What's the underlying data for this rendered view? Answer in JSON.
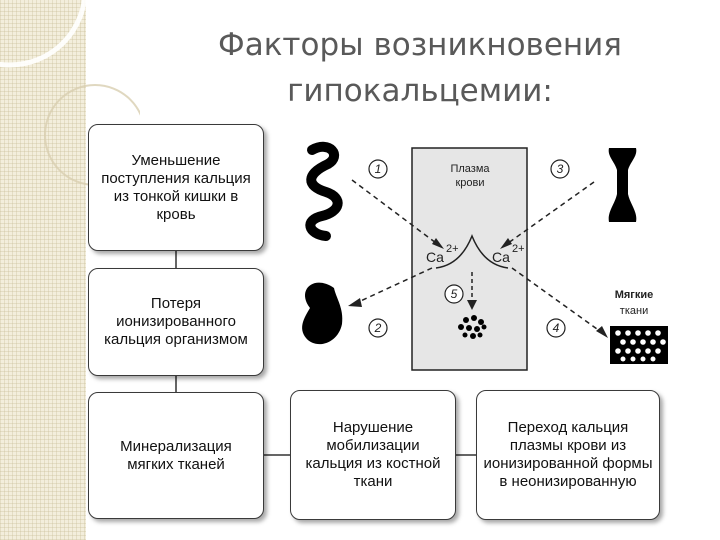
{
  "title": {
    "line1": "Факторы возникновения",
    "line2": "гипокальцемии:"
  },
  "boxes": {
    "reduced_intake": "Уменьшение поступления кальция из тонкой кишки в кровь",
    "ionized_loss": "Потеря ионизированного кальция организмом",
    "mineralization": "Минерализация мягких тканей",
    "bone_mobilization": "Нарушение мобилизации кальция из костной ткани",
    "plasma_transition": "Переход кальция плазмы крови из ионизированной формы в неонизированную"
  },
  "figure": {
    "plasma_line1": "Плазма",
    "plasma_line2": "крови",
    "ca_label": "Ca",
    "ca_charge": "2+",
    "soft_tissue_line1": "Мягкие",
    "soft_tissue_line2": "ткани",
    "markers": [
      "1",
      "2",
      "3",
      "4",
      "5"
    ],
    "icons": [
      "intestine-icon",
      "kidney-icon",
      "bone-icon",
      "soft-tissue-icon",
      "precipitate-icon"
    ]
  },
  "colors": {
    "box_border": "#3a3a3a",
    "title_text": "#595959",
    "strip_bg": "#f3eedc"
  }
}
